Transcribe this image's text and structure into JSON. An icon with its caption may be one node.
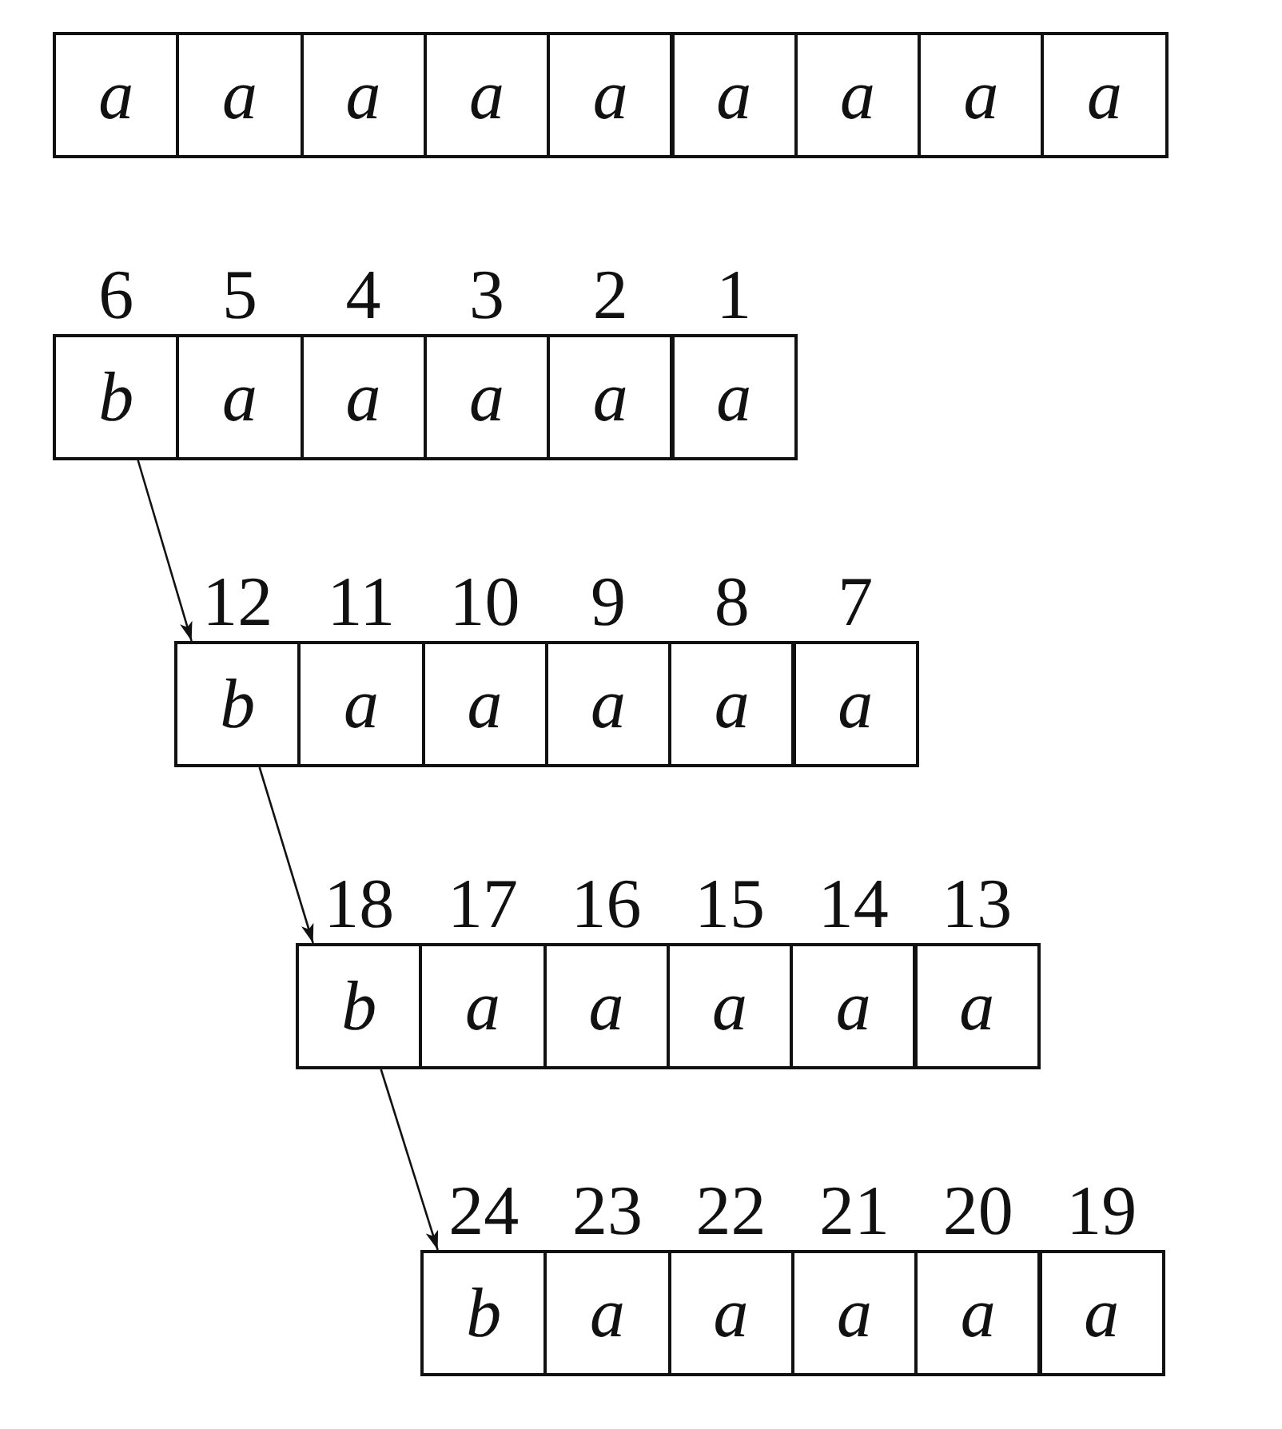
{
  "diagram": {
    "nodes": [
      {
        "text": [
          "a"
        ]
      },
      {
        "text": [
          "a"
        ]
      },
      {
        "text": [
          "a"
        ]
      },
      {
        "text": [
          "a"
        ]
      },
      {
        "text": [
          "a"
        ]
      },
      {
        "text": [
          "a"
        ]
      },
      {
        "text": [
          "a"
        ]
      },
      {
        "text": [
          "a"
        ]
      },
      {
        "text": [
          "a"
        ]
      },
      {
        "text": [
          "b"
        ],
        "beside": [
          "6"
        ]
      },
      {
        "text": [
          "a"
        ],
        "beside": [
          "5"
        ]
      },
      {
        "text": [
          "a"
        ],
        "beside": [
          "4"
        ]
      },
      {
        "text": [
          "a"
        ],
        "beside": [
          "3"
        ]
      },
      {
        "text": [
          "a"
        ],
        "beside": [
          "2"
        ]
      },
      {
        "text": [
          "a"
        ],
        "beside": [
          "1"
        ]
      },
      {
        "text": [
          "b"
        ],
        "beside": [
          "12"
        ]
      },
      {
        "text": [
          "a"
        ],
        "beside": [
          "11"
        ]
      },
      {
        "text": [
          "a"
        ],
        "beside": [
          "10"
        ]
      },
      {
        "text": [
          "a"
        ],
        "beside": [
          "9"
        ]
      },
      {
        "text": [
          "a"
        ],
        "beside": [
          "8"
        ]
      },
      {
        "text": [
          "a"
        ],
        "beside": [
          "7"
        ]
      },
      {
        "text": [
          "b"
        ],
        "beside": [
          "18"
        ]
      },
      {
        "text": [
          "a"
        ],
        "beside": [
          "17"
        ]
      },
      {
        "text": [
          "a"
        ],
        "beside": [
          "16"
        ]
      },
      {
        "text": [
          "a"
        ],
        "beside": [
          "15"
        ]
      },
      {
        "text": [
          "a"
        ],
        "beside": [
          "14"
        ]
      },
      {
        "text": [
          "a"
        ],
        "beside": [
          "13"
        ]
      },
      {
        "text": [
          "b"
        ],
        "beside": [
          "24"
        ]
      },
      {
        "text": [
          "a"
        ],
        "beside": [
          "23"
        ]
      },
      {
        "text": [
          "a"
        ],
        "beside": [
          "22"
        ]
      },
      {
        "text": [
          "a"
        ],
        "beside": [
          "21"
        ]
      },
      {
        "text": [
          "a"
        ],
        "beside": [
          "20"
        ]
      },
      {
        "text": [
          "a"
        ],
        "beside": [
          "19"
        ]
      }
    ],
    "edges": [
      {
        "from": 9,
        "to": 15,
        "arrow": "to"
      },
      {
        "from": 15,
        "to": 21,
        "arrow": "to"
      },
      {
        "from": 21,
        "to": 27,
        "arrow": "to"
      }
    ]
  }
}
